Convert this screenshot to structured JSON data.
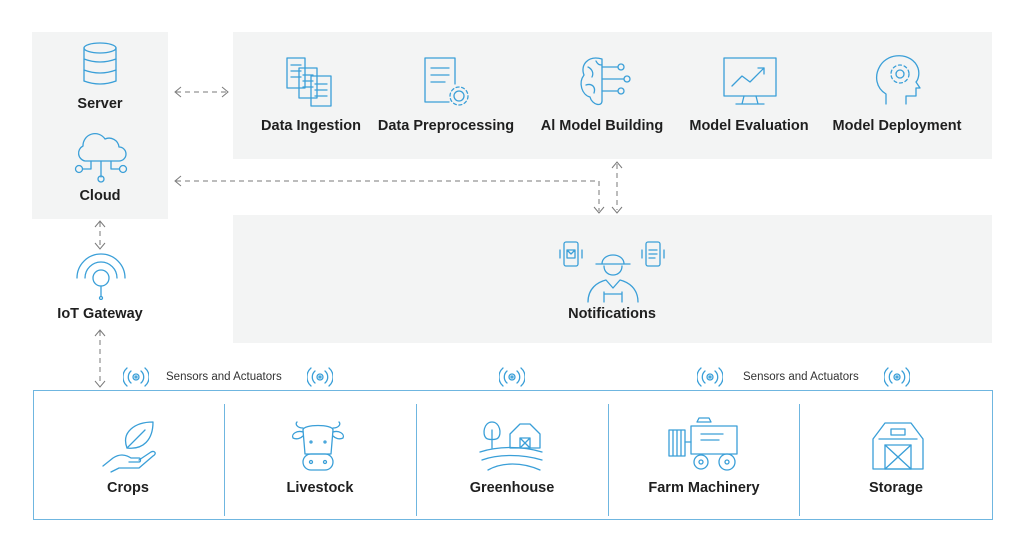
{
  "infrastructure": {
    "server_label": "Server",
    "cloud_label": "Cloud",
    "gateway_label": "IoT Gateway"
  },
  "pipeline": [
    {
      "label": "Data Ingestion",
      "icon": "documents-icon"
    },
    {
      "label": "Data Preprocessing",
      "icon": "document-gear-icon"
    },
    {
      "label": "Al Model Building",
      "icon": "brain-network-icon"
    },
    {
      "label": "Model Evaluation",
      "icon": "monitor-chart-icon"
    },
    {
      "label": "Model Deployment",
      "icon": "head-gear-icon"
    }
  ],
  "notifications": {
    "label": "Notifications",
    "icon": "farmer-phones-icon"
  },
  "sensors": {
    "left_label": "Sensors and Actuators",
    "right_label": "Sensors and Actuators"
  },
  "farm": [
    {
      "label": "Crops",
      "icon": "leaf-hand-icon"
    },
    {
      "label": "Livestock",
      "icon": "cow-icon"
    },
    {
      "label": "Greenhouse",
      "icon": "field-barn-icon"
    },
    {
      "label": "Farm Machinery",
      "icon": "harvester-icon"
    },
    {
      "label": "Storage",
      "icon": "barn-icon"
    }
  ],
  "colors": {
    "panel": "#f3f4f4",
    "icon": "#3a9fd8",
    "border": "#6fb6e0",
    "connector": "#7a7a7a"
  }
}
